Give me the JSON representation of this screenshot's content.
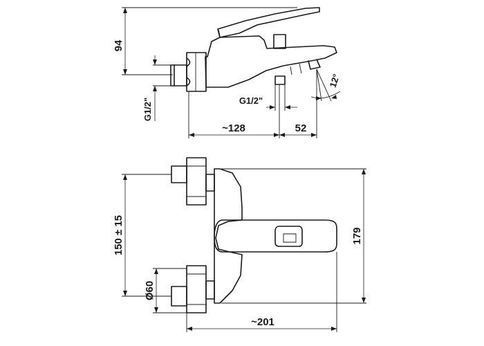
{
  "side_view": {
    "dim_height": "94",
    "dim_thread_left": "G1/2\"",
    "dim_thread_bottom": "G1/2\"",
    "dim_depth": "~128",
    "dim_spout_offset": "52",
    "dim_angle": "12°"
  },
  "top_view": {
    "dim_centers": "150 ± 15",
    "dim_diameter": "Ø60",
    "dim_overall_height": "179",
    "dim_overall_width": "~201"
  }
}
